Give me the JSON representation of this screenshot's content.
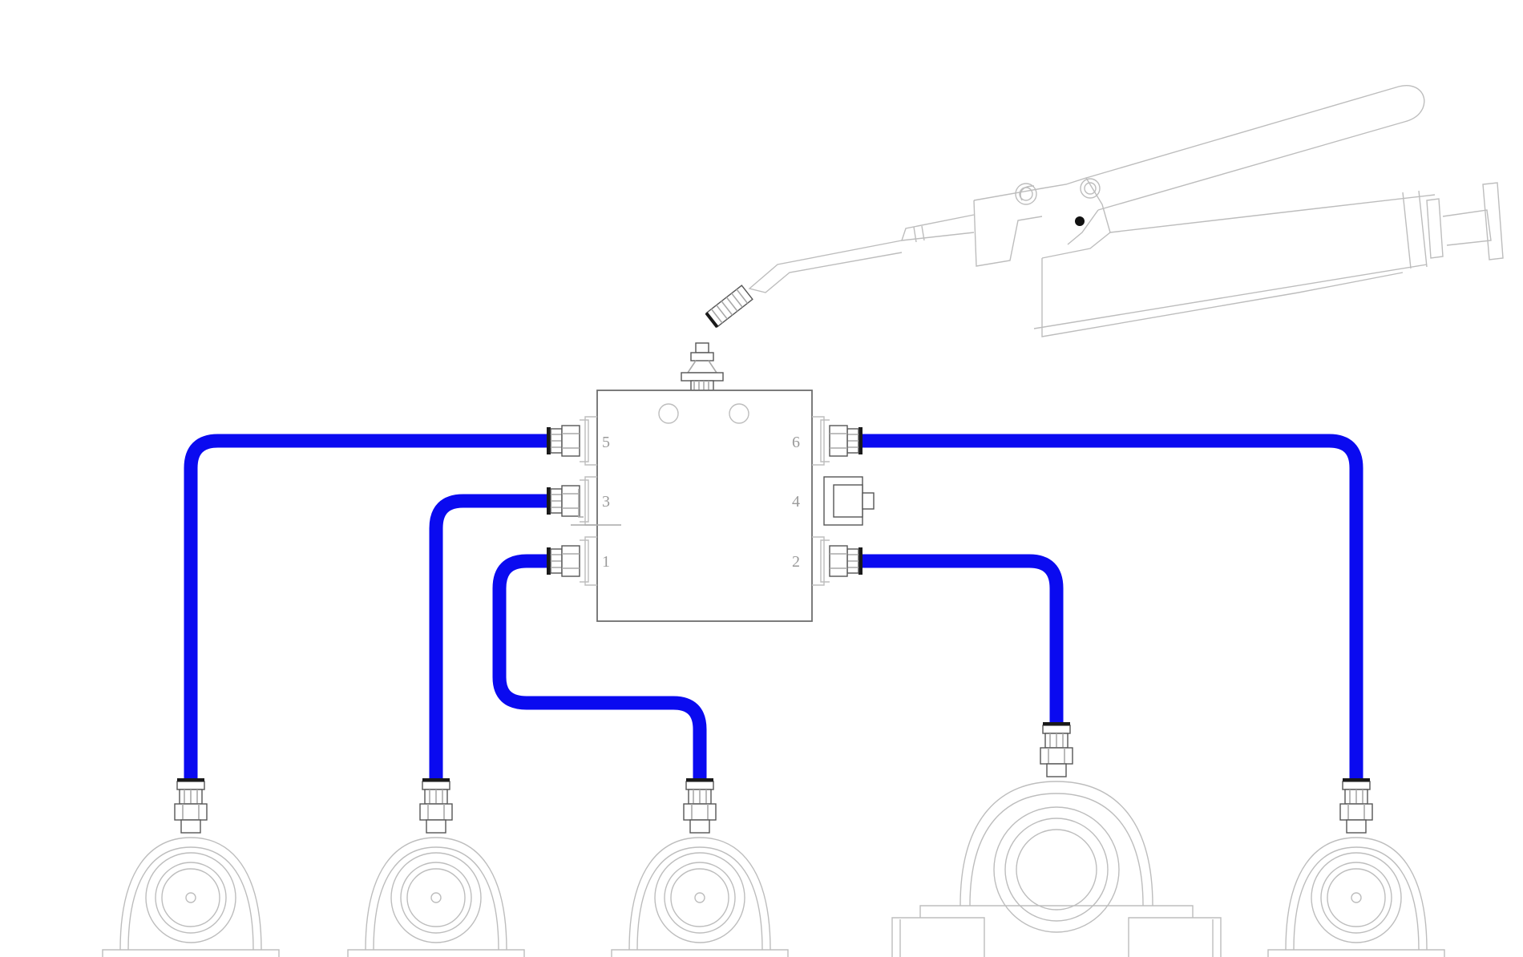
{
  "colors": {
    "hose": "#0a0af0",
    "outline": "#bdbdbd"
  },
  "distributor": {
    "ports": [
      {
        "id": "5",
        "label": "5"
      },
      {
        "id": "3",
        "label": "3"
      },
      {
        "id": "1",
        "label": "1"
      },
      {
        "id": "6",
        "label": "6"
      },
      {
        "id": "4",
        "label": "4"
      },
      {
        "id": "2",
        "label": "2"
      }
    ]
  },
  "icons": [
    "grease-gun-icon",
    "distributor-block-icon",
    "bearing-icon",
    "grease-nipple-icon"
  ]
}
